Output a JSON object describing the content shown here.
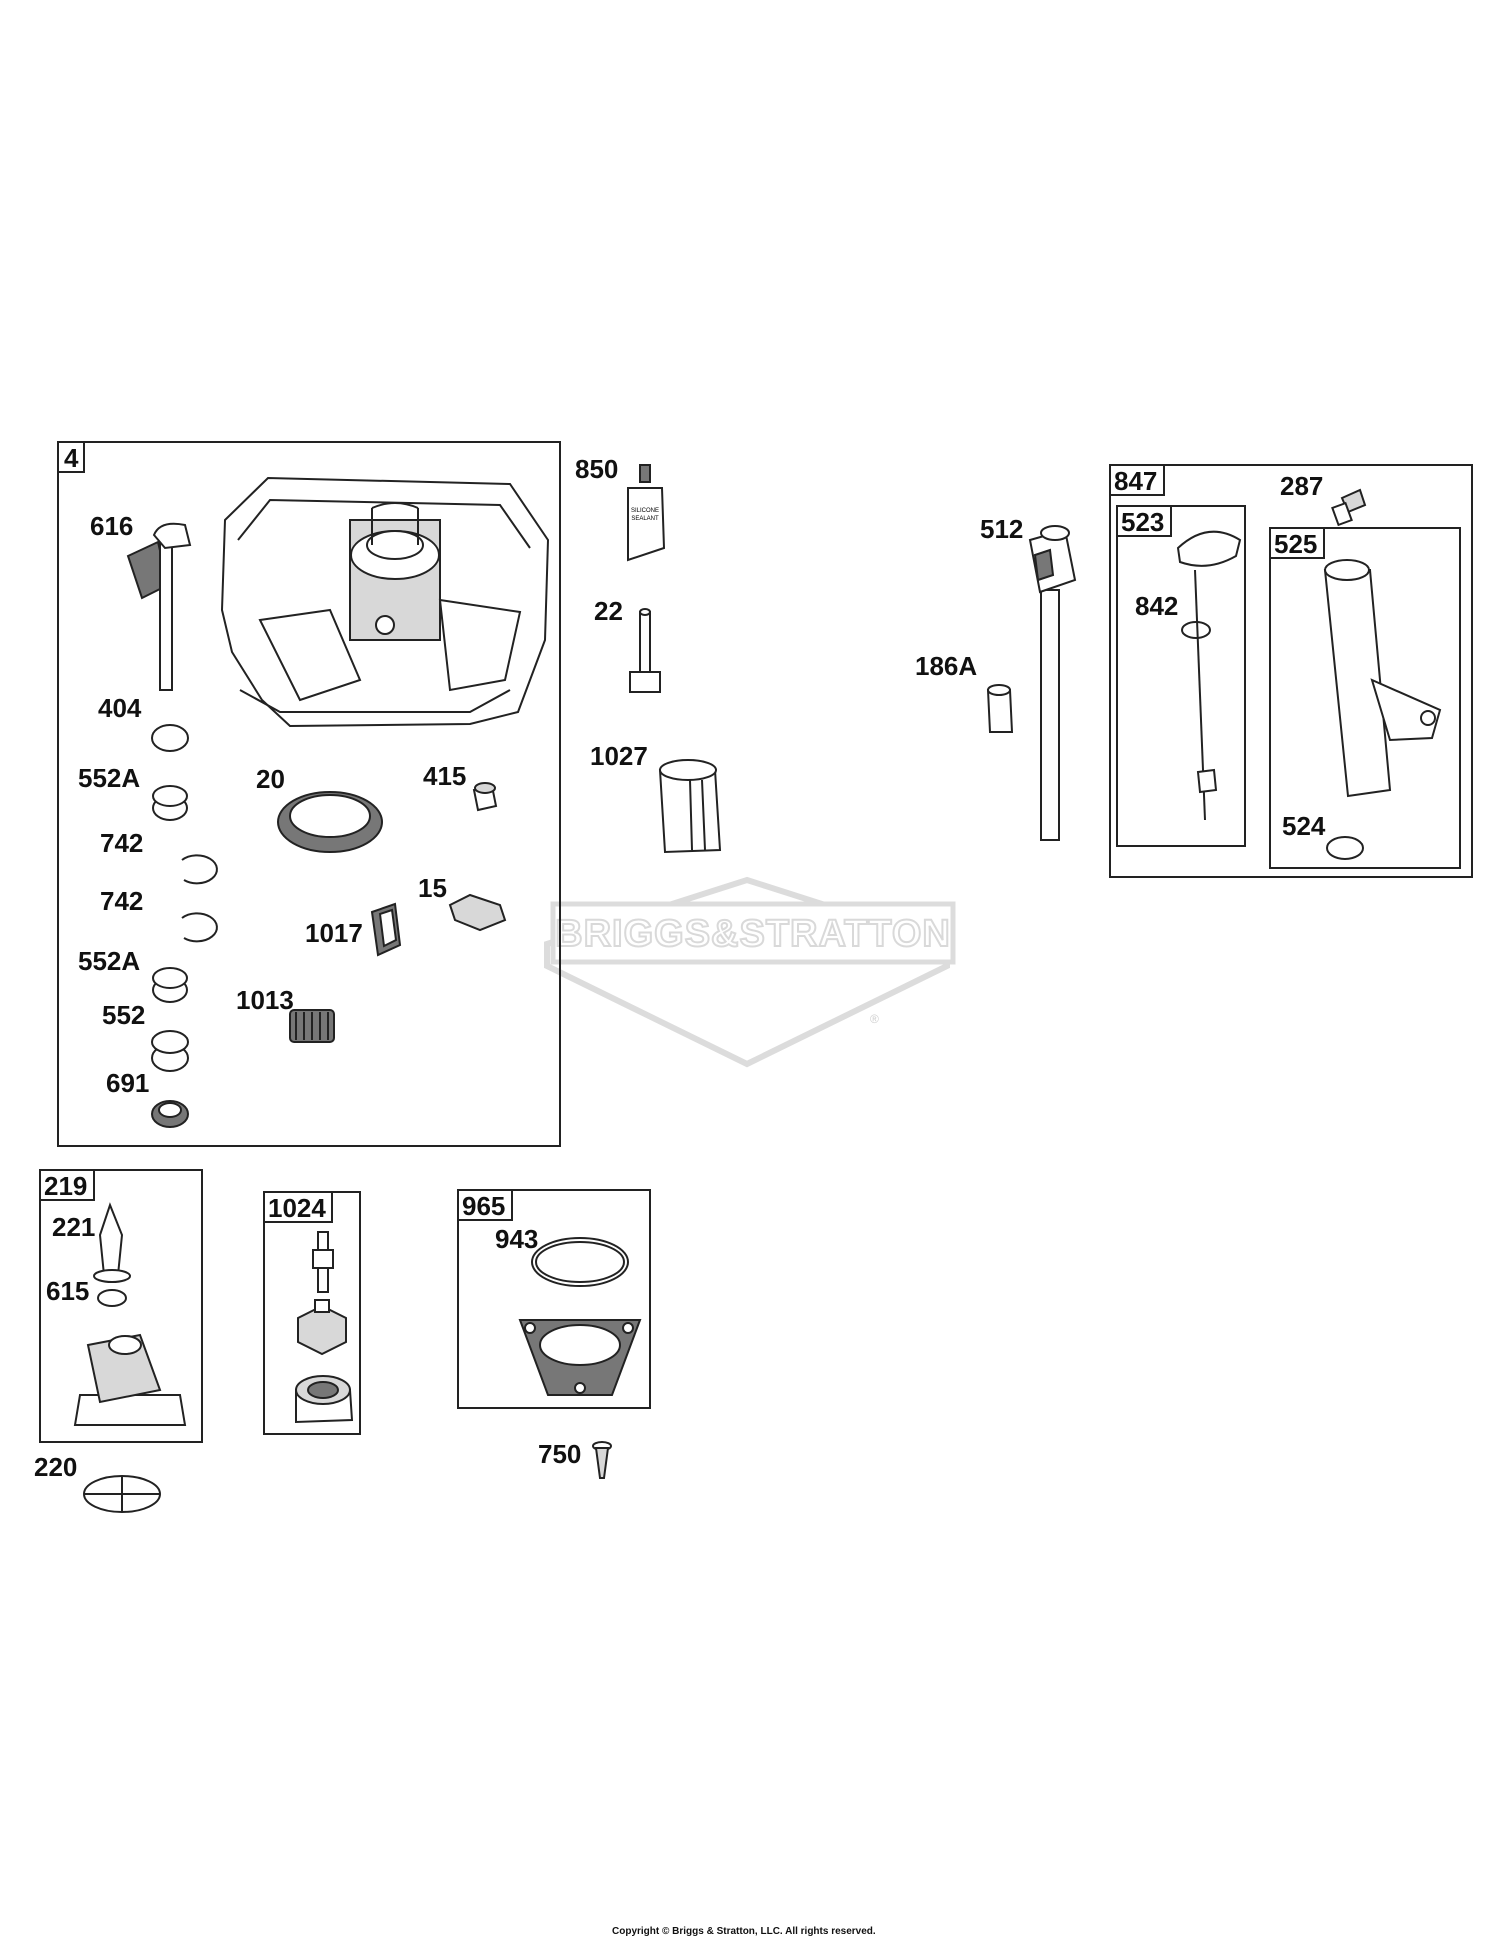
{
  "labels": {
    "box_4": "4",
    "l616": "616",
    "l404": "404",
    "l552A_1": "552A",
    "l742_1": "742",
    "l742_2": "742",
    "l552A_2": "552A",
    "l552": "552",
    "l691": "691",
    "l20": "20",
    "l415": "415",
    "l15": "15",
    "l1017": "1017",
    "l1013": "1013",
    "l850": "850",
    "l22": "22",
    "l1027": "1027",
    "l512": "512",
    "l186A": "186A",
    "box_847": "847",
    "l287": "287",
    "box_523": "523",
    "l842": "842",
    "box_525": "525",
    "l524": "524",
    "box_219": "219",
    "l221": "221",
    "l615": "615",
    "l220": "220",
    "box_1024": "1024",
    "box_965": "965",
    "l943": "943",
    "l750": "750"
  },
  "sealant_tube_text": [
    "SILICONE",
    "SEALANT"
  ],
  "watermark": {
    "text": "BRIGGS&STRATTON",
    "reg": "®"
  },
  "copyright": "Copyright © Briggs & Stratton, LLC. All rights reserved."
}
